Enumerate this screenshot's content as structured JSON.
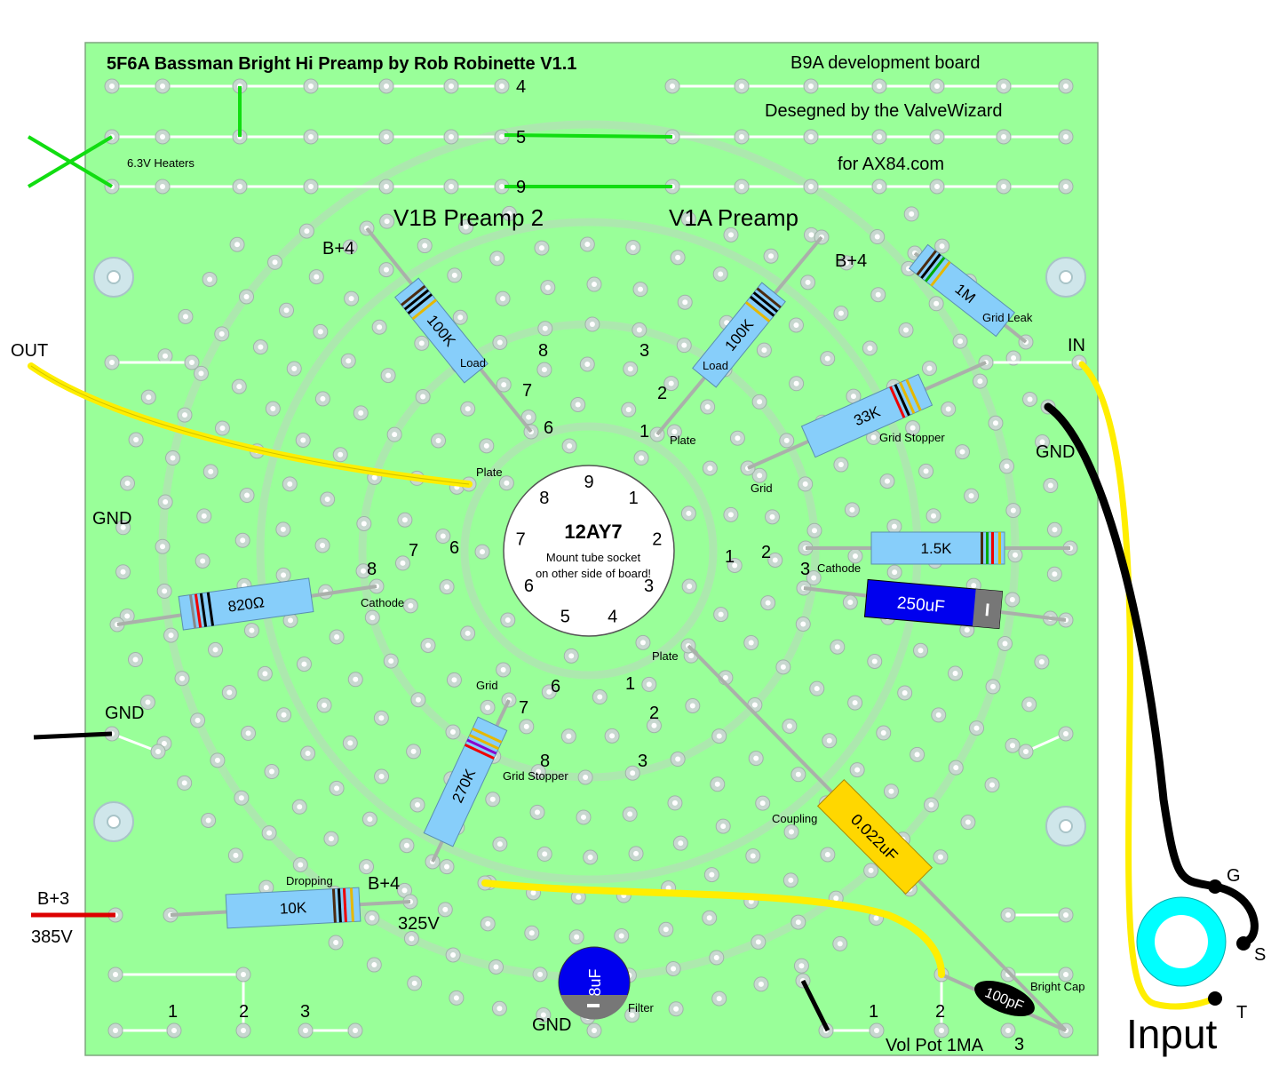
{
  "board": {
    "title": "5F6A Bassman Bright Hi Preamp by Rob Robinette V1.1",
    "board_name": "B9A development board",
    "designer": "Desegned by the ValveWizard",
    "site": "for AX84.com",
    "heaters": "6.3V Heaters",
    "rail_4": "4",
    "rail_5": "5",
    "rail_9": "9"
  },
  "sections": {
    "v1b": "V1B Preamp 2",
    "v1a": "V1A Preamp"
  },
  "tube": {
    "name": "12AY7",
    "note_line1": "Mount tube socket",
    "note_line2": "on other side of board!",
    "pins": [
      "1",
      "2",
      "3",
      "4",
      "5",
      "6",
      "7",
      "8",
      "9"
    ]
  },
  "components": {
    "r_load_v1b": {
      "value": "100K",
      "role": "Load"
    },
    "r_load_v1a": {
      "value": "100K",
      "role": "Load"
    },
    "r_grid_leak": {
      "value": "1M",
      "role": "Grid Leak"
    },
    "r_grid_stop_v1a": {
      "value": "33K",
      "role": "Grid Stopper"
    },
    "r_cathode_v1a": {
      "value": "1.5K",
      "role": "Cathode"
    },
    "c_cathode_v1a": {
      "value": "250uF"
    },
    "r_cathode_v1b": {
      "value": "820Ω",
      "role": "Cathode"
    },
    "r_grid_stop_v1b": {
      "value": "270K",
      "role": "Grid Stopper"
    },
    "r_dropping": {
      "value": "10K",
      "role": "Dropping"
    },
    "c_coupling": {
      "value": "0.022uF",
      "role": "Coupling"
    },
    "c_filter": {
      "value": "8uF",
      "role": "Filter"
    },
    "c_bright": {
      "value": "100pF",
      "role": "Bright Cap"
    }
  },
  "labels": {
    "out": "OUT",
    "in": "IN",
    "gnd": "GND",
    "b4": "B+4",
    "b3": "B+3",
    "v385": "385V",
    "v325": "325V",
    "plate": "Plate",
    "grid": "Grid",
    "cathode": "Cathode",
    "vol_pot": "Vol Pot 1MA",
    "input": "Input",
    "jack_g": "G",
    "jack_s": "S",
    "jack_t": "T",
    "n1": "1",
    "n2": "2",
    "n3": "3",
    "n6": "6",
    "n7": "7",
    "n8": "8",
    "minus": "I"
  },
  "colors": {
    "board": "#99FF99",
    "board_edge": "#7fbf7f",
    "pad": "#c8d8d0",
    "yellow_wire": "#ffee00",
    "green_wire": "#11dd11",
    "red_wire": "#dd0000",
    "resistor": "#87cefa",
    "coupling_cap": "#ffd700",
    "electrolytic": "#0000ee",
    "jack": "#00ffff"
  }
}
